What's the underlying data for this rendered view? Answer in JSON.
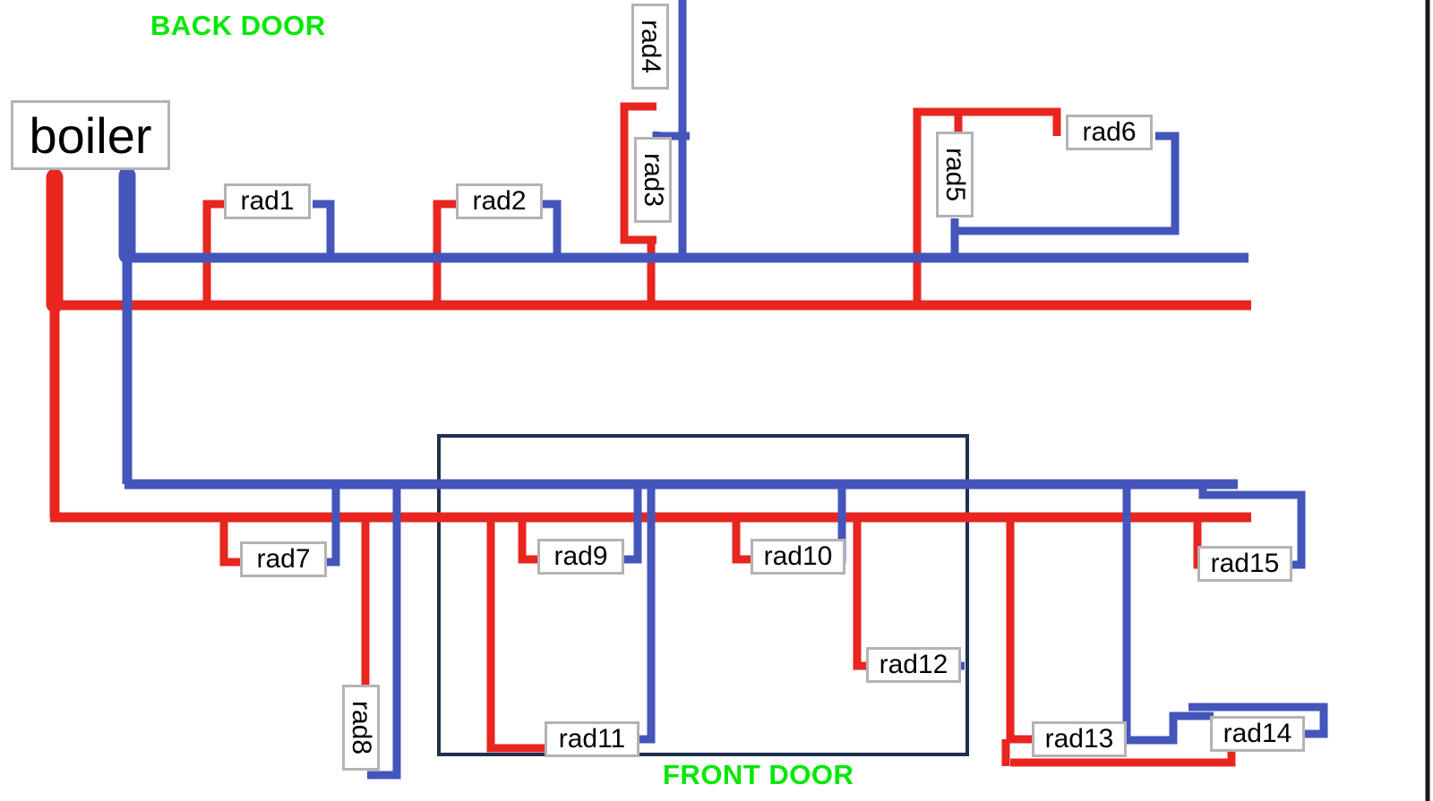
{
  "diagram": {
    "title_visible": false,
    "type": "central-heating radiator piping schematic",
    "colors": {
      "flow_red": "#e8251f",
      "return_blue": "#4455bb",
      "door_green": "#00e800",
      "label_border": "#b3b3b3",
      "room_box": "#1f3050",
      "page_edge": "#1a1a1a",
      "background": "#ffffff"
    }
  },
  "annotations": {
    "back_door": "BACK DOOR",
    "front_door": "FRONT DOOR"
  },
  "boiler": {
    "label": "boiler"
  },
  "radiators": [
    {
      "id": "rad1",
      "label": "rad1",
      "orientation": "horizontal"
    },
    {
      "id": "rad2",
      "label": "rad2",
      "orientation": "horizontal"
    },
    {
      "id": "rad3",
      "label": "rad3",
      "orientation": "vertical"
    },
    {
      "id": "rad4",
      "label": "rad4",
      "orientation": "vertical"
    },
    {
      "id": "rad5",
      "label": "rad5",
      "orientation": "vertical"
    },
    {
      "id": "rad6",
      "label": "rad6",
      "orientation": "horizontal"
    },
    {
      "id": "rad7",
      "label": "rad7",
      "orientation": "horizontal"
    },
    {
      "id": "rad8",
      "label": "rad8",
      "orientation": "vertical"
    },
    {
      "id": "rad9",
      "label": "rad9",
      "orientation": "horizontal"
    },
    {
      "id": "rad10",
      "label": "rad10",
      "orientation": "horizontal"
    },
    {
      "id": "rad11",
      "label": "rad11",
      "orientation": "horizontal"
    },
    {
      "id": "rad12",
      "label": "rad12",
      "orientation": "horizontal"
    },
    {
      "id": "rad13",
      "label": "rad13",
      "orientation": "horizontal"
    },
    {
      "id": "rad14",
      "label": "rad14",
      "orientation": "horizontal"
    },
    {
      "id": "rad15",
      "label": "rad15",
      "orientation": "horizontal"
    }
  ]
}
